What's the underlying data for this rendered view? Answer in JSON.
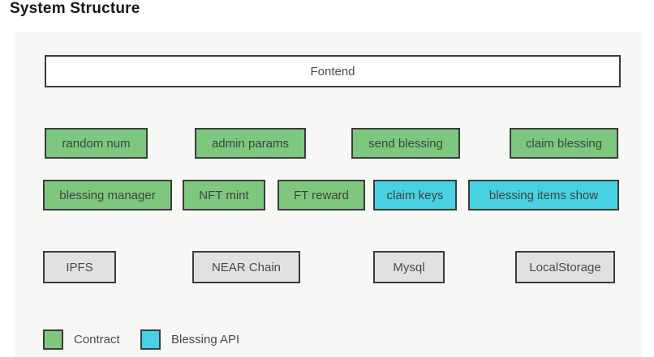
{
  "title": "System Structure",
  "colors": {
    "contract_fill": "#7ec77f",
    "blessing_api_fill": "#47d1e2",
    "infra_fill": "#e1e1e0",
    "panel_background": "#f7f7f5",
    "box_border": "#3b3b3b"
  },
  "diagram": {
    "frontend": {
      "label": "Fontend",
      "type": "frontend"
    },
    "row1": [
      {
        "label": "random num",
        "type": "contract"
      },
      {
        "label": "admin params",
        "type": "contract"
      },
      {
        "label": "send blessing",
        "type": "contract"
      },
      {
        "label": "claim blessing",
        "type": "contract"
      }
    ],
    "row2": [
      {
        "label": "blessing manager",
        "type": "contract"
      },
      {
        "label": "NFT mint",
        "type": "contract"
      },
      {
        "label": "FT reward",
        "type": "contract"
      },
      {
        "label": "claim keys",
        "type": "blessing_api"
      },
      {
        "label": "blessing items show",
        "type": "blessing_api"
      }
    ],
    "row3": [
      {
        "label": "IPFS",
        "type": "infra"
      },
      {
        "label": "NEAR Chain",
        "type": "infra"
      },
      {
        "label": "Mysql",
        "type": "infra"
      },
      {
        "label": "LocalStorage",
        "type": "infra"
      }
    ],
    "legend": [
      {
        "label": "Contract",
        "type": "contract"
      },
      {
        "label": "Blessing API",
        "type": "blessing_api"
      }
    ]
  }
}
